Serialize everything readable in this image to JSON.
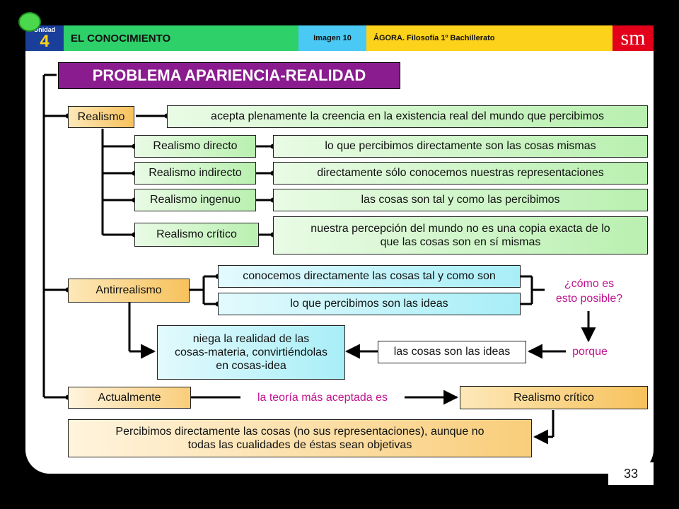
{
  "header": {
    "unidad_label": "Unidad",
    "unidad_number": "4",
    "chapter": "EL CONOCIMIENTO",
    "image_label": "Imagen 10",
    "book": "ÁGORA. Filosofía 1º Bachillerato",
    "logo": "sm"
  },
  "title": "PROBLEMA APARIENCIA-REALIDAD",
  "nodes": {
    "realismo": "Realismo",
    "realismo_def": "acepta plenamente la creencia en la existencia real del mundo que percibimos",
    "directo": "Realismo directo",
    "directo_def": "lo que percibimos directamente son las cosas mismas",
    "indirecto": "Realismo indirecto",
    "indirecto_def": "directamente sólo conocemos nuestras representaciones",
    "ingenuo": "Realismo ingenuo",
    "ingenuo_def": "las cosas son tal y como las percibimos",
    "critico": "Realismo crítico",
    "critico_def_1": "nuestra percepción del mundo no es una copia exacta de lo",
    "critico_def_2": "que las cosas son en sí mismas",
    "antirrealismo": "Antirrealismo",
    "anti_1": "conocemos directamente las cosas tal y como son",
    "anti_2": "lo que percibimos son las ideas",
    "question_1": "¿cómo es",
    "question_2": "esto posible?",
    "niega_1": "niega la realidad de las",
    "niega_2": "cosas-materia, convirtiéndolas",
    "niega_3": "en cosas-idea",
    "cosas_ideas": "las cosas son las ideas",
    "porque": "porque",
    "actualmente": "Actualmente",
    "teoria": "la teoría más aceptada es",
    "realismo_critico_result": "Realismo crítico",
    "conclusion_1": "Percibimos directamente las cosas (no sus representaciones), aunque no",
    "conclusion_2": "todas las cualidades de éstas sean objetivas"
  },
  "page_number": "33",
  "colors": {
    "header_green": "#2ed06a",
    "header_cyan": "#49c9f3",
    "header_yellow": "#fdd21a",
    "title_purple": "#8b1c90",
    "logo_red": "#e2001a",
    "magenta": "#c0148f"
  }
}
